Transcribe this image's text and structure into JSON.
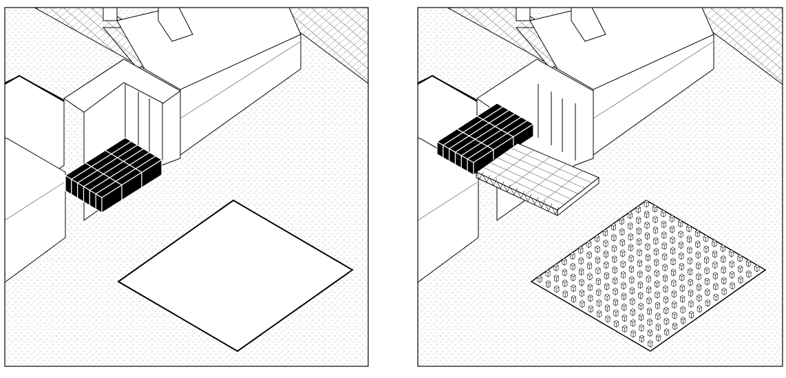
{
  "colors": {
    "ink": "#000000",
    "paper": "#ffffff",
    "stipple": "#555555",
    "paving": "#999999"
  },
  "panels": [
    {
      "id": "left",
      "grid_rows": 5,
      "grid_cols": 3
    },
    {
      "id": "right",
      "grid_rows": 5,
      "grid_cols": 3,
      "cube_grid": 14
    }
  ]
}
